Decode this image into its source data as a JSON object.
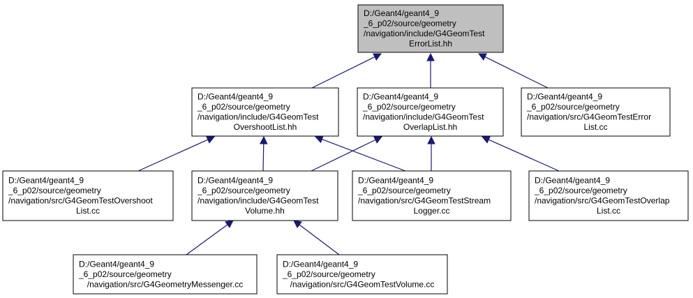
{
  "graph": {
    "colors": {
      "edge": "#191970",
      "highlight_fill": "#bfbfbf",
      "node_fill": "#ffffff",
      "node_border": "#000000"
    },
    "nodes": [
      {
        "id": "error_list_hh",
        "highlighted": true,
        "lines": [
          "D:/Geant4/geant4_9",
          "_6_p02/source/geometry",
          "/navigation/include/G4GeomTest",
          "ErrorList.hh"
        ]
      },
      {
        "id": "overshoot_list_hh",
        "highlighted": false,
        "lines": [
          "D:/Geant4/geant4_9",
          "_6_p02/source/geometry",
          "/navigation/include/G4GeomTest",
          "OvershootList.hh"
        ]
      },
      {
        "id": "overlap_list_hh",
        "highlighted": false,
        "lines": [
          "D:/Geant4/geant4_9",
          "_6_p02/source/geometry",
          "/navigation/include/G4GeomTest",
          "OverlapList.hh"
        ]
      },
      {
        "id": "error_list_cc",
        "highlighted": false,
        "lines": [
          "D:/Geant4/geant4_9",
          "_6_p02/source/geometry",
          "/navigation/src/G4GeomTestError",
          "List.cc"
        ]
      },
      {
        "id": "overshoot_list_cc",
        "highlighted": false,
        "lines": [
          "D:/Geant4/geant4_9",
          "_6_p02/source/geometry",
          "/navigation/src/G4GeomTestOvershoot",
          "List.cc"
        ]
      },
      {
        "id": "volume_hh",
        "highlighted": false,
        "lines": [
          "D:/Geant4/geant4_9",
          "_6_p02/source/geometry",
          "/navigation/include/G4GeomTest",
          "Volume.hh"
        ]
      },
      {
        "id": "stream_logger_cc",
        "highlighted": false,
        "lines": [
          "D:/Geant4/geant4_9",
          "_6_p02/source/geometry",
          "/navigation/src/G4GeomTestStream",
          "Logger.cc"
        ]
      },
      {
        "id": "overlap_list_cc",
        "highlighted": false,
        "lines": [
          "D:/Geant4/geant4_9",
          "_6_p02/source/geometry",
          "/navigation/src/G4GeomTestOverlap",
          "List.cc"
        ]
      },
      {
        "id": "geometry_messenger_cc",
        "highlighted": false,
        "lines": [
          "D:/Geant4/geant4_9",
          "_6_p02/source/geometry",
          "/navigation/src/G4GeometryMessenger.cc"
        ]
      },
      {
        "id": "volume_cc",
        "highlighted": false,
        "lines": [
          "D:/Geant4/geant4_9",
          "_6_p02/source/geometry",
          "/navigation/src/G4GeomTestVolume.cc"
        ]
      }
    ],
    "edges": [
      {
        "from": "overshoot_list_hh",
        "to": "error_list_hh"
      },
      {
        "from": "overlap_list_hh",
        "to": "error_list_hh"
      },
      {
        "from": "error_list_cc",
        "to": "error_list_hh"
      },
      {
        "from": "overshoot_list_cc",
        "to": "overshoot_list_hh"
      },
      {
        "from": "volume_hh",
        "to": "overshoot_list_hh"
      },
      {
        "from": "stream_logger_cc",
        "to": "overshoot_list_hh"
      },
      {
        "from": "volume_hh",
        "to": "overlap_list_hh"
      },
      {
        "from": "stream_logger_cc",
        "to": "overlap_list_hh"
      },
      {
        "from": "overlap_list_cc",
        "to": "overlap_list_hh"
      },
      {
        "from": "geometry_messenger_cc",
        "to": "volume_hh"
      },
      {
        "from": "volume_cc",
        "to": "volume_hh"
      }
    ]
  }
}
